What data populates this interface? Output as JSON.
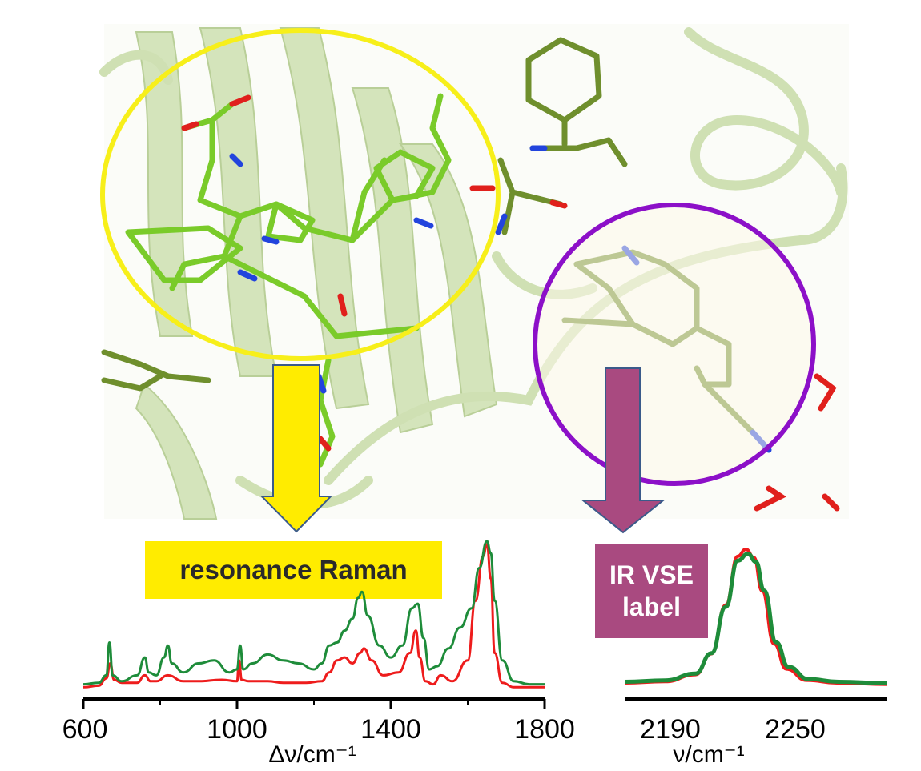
{
  "labels": {
    "raman_box": "resonance Raman",
    "ir_box_line1": "IR VSE",
    "ir_box_line2": "label"
  },
  "colors": {
    "raman_box_fill": "#ffec00",
    "ir_box_fill": "#a94a80",
    "yellow_circle": "#f7ef1a",
    "purple_circle": "#8c10c8",
    "ribbon": "#cfe0b3",
    "chromophore": "#7acb2a",
    "residue": "#6f8f2d",
    "nitrogen": "#2244dd",
    "oxygen": "#e0201c",
    "trace_red": "#ee1c1c",
    "trace_green": "#1e8c3a"
  },
  "icons": {
    "raman_arrow": "down-arrow-yellow",
    "ir_arrow": "down-arrow-purple"
  },
  "chart_data": [
    {
      "type": "line",
      "xlabel": "Δν/cm⁻¹",
      "xlim": [
        600,
        1800
      ],
      "xticks": [
        "600",
        "1000",
        "1400",
        "1800"
      ],
      "series": [
        {
          "color": "#ee1c1c",
          "x": [
            600,
            640,
            660,
            670,
            680,
            700,
            740,
            760,
            775,
            790,
            820,
            860,
            900,
            960,
            1000,
            1005,
            1012,
            1030,
            1080,
            1120,
            1180,
            1220,
            1240,
            1260,
            1280,
            1300,
            1320,
            1330,
            1350,
            1380,
            1420,
            1450,
            1465,
            1475,
            1490,
            1510,
            1530,
            1560,
            1600,
            1620,
            1640,
            1650,
            1660,
            1670,
            1690,
            1720,
            1760,
            1800
          ],
          "y": [
            0.02,
            0.03,
            0.08,
            0.18,
            0.07,
            0.05,
            0.05,
            0.1,
            0.06,
            0.06,
            0.1,
            0.06,
            0.06,
            0.07,
            0.06,
            0.2,
            0.07,
            0.06,
            0.06,
            0.05,
            0.05,
            0.06,
            0.12,
            0.2,
            0.22,
            0.18,
            0.25,
            0.28,
            0.2,
            0.1,
            0.12,
            0.25,
            0.4,
            0.22,
            0.06,
            0.04,
            0.1,
            0.06,
            0.2,
            0.6,
            0.9,
            0.98,
            0.75,
            0.25,
            0.05,
            0.02,
            0.02,
            0.02
          ]
        },
        {
          "color": "#1e8c3a",
          "x": [
            600,
            640,
            660,
            668,
            676,
            700,
            740,
            760,
            770,
            790,
            810,
            820,
            830,
            860,
            900,
            940,
            980,
            1000,
            1008,
            1016,
            1040,
            1080,
            1120,
            1160,
            1200,
            1220,
            1240,
            1260,
            1280,
            1300,
            1315,
            1325,
            1340,
            1370,
            1400,
            1430,
            1455,
            1470,
            1485,
            1500,
            1520,
            1550,
            1580,
            1610,
            1630,
            1650,
            1660,
            1670,
            1690,
            1720,
            1760,
            1800
          ],
          "y": [
            0.04,
            0.05,
            0.1,
            0.32,
            0.1,
            0.06,
            0.1,
            0.22,
            0.12,
            0.1,
            0.22,
            0.3,
            0.18,
            0.12,
            0.18,
            0.2,
            0.12,
            0.14,
            0.3,
            0.14,
            0.18,
            0.24,
            0.2,
            0.18,
            0.14,
            0.18,
            0.3,
            0.32,
            0.4,
            0.48,
            0.62,
            0.66,
            0.5,
            0.3,
            0.22,
            0.3,
            0.55,
            0.58,
            0.35,
            0.14,
            0.16,
            0.28,
            0.42,
            0.55,
            0.82,
            1.0,
            0.92,
            0.6,
            0.2,
            0.06,
            0.04,
            0.04
          ]
        }
      ]
    },
    {
      "type": "line",
      "xlabel": "ν/cm⁻¹",
      "xlim": [
        2160,
        2290
      ],
      "xticks": [
        "2190",
        "2250"
      ],
      "series": [
        {
          "color": "#ee1c1c",
          "x": [
            2160,
            2180,
            2195,
            2203,
            2210,
            2216,
            2220,
            2224,
            2228,
            2234,
            2240,
            2250,
            2265,
            2290
          ],
          "y": [
            0.04,
            0.05,
            0.1,
            0.25,
            0.6,
            0.95,
            1.0,
            0.94,
            0.7,
            0.32,
            0.14,
            0.06,
            0.04,
            0.03
          ]
        },
        {
          "color": "#1e8c3a",
          "x": [
            2160,
            2180,
            2195,
            2203,
            2210,
            2216,
            2221,
            2225,
            2229,
            2235,
            2241,
            2251,
            2266,
            2290
          ],
          "y": [
            0.05,
            0.06,
            0.11,
            0.26,
            0.6,
            0.94,
            0.99,
            0.93,
            0.72,
            0.34,
            0.16,
            0.07,
            0.05,
            0.04
          ]
        }
      ]
    }
  ]
}
